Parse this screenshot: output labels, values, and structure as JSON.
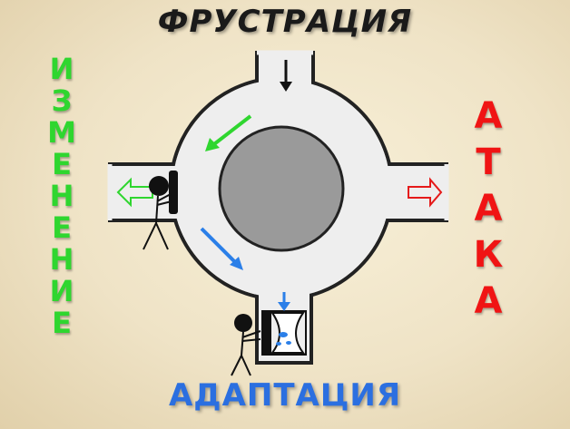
{
  "diagram": {
    "title_top": "ФРУСТРАЦИЯ",
    "title_bottom": "АДАПТАЦИЯ",
    "left_word": "ИЗМЕНЕНИЕ",
    "right_word": "АТАКА",
    "colors": {
      "top_text": "#1a1a1a",
      "bottom_text": "#2b6fe0",
      "left_text": "#2fd62f",
      "right_text": "#f01414",
      "road": "#eeeeee",
      "center": "#999999"
    }
  }
}
